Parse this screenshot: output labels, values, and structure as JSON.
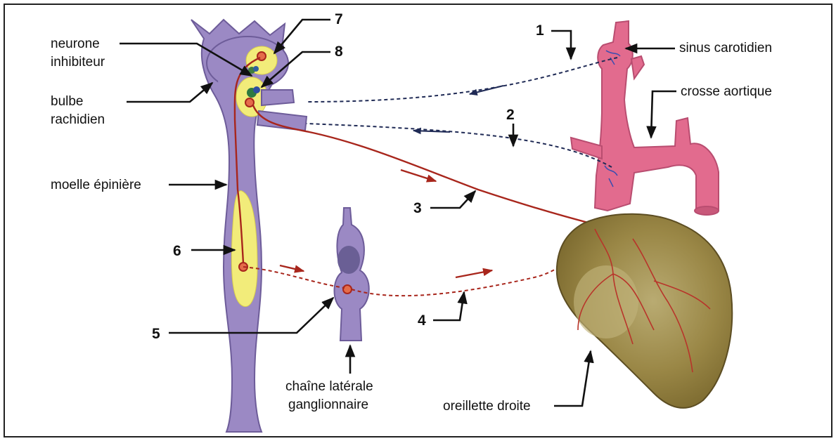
{
  "labels": {
    "neurone_line1": "neurone",
    "neurone_line2": "inhibiteur",
    "bulbe_line1": "bulbe",
    "bulbe_line2": "rachidien",
    "moelle": "moelle épinière",
    "chaine_line1": "chaîne latérale",
    "chaine_line2": "ganglionnaire",
    "sinus": "sinus carotidien",
    "crosse": "crosse aortique",
    "oreillette": "oreillette droite"
  },
  "numbers": {
    "n1": "1",
    "n2": "2",
    "n3": "3",
    "n4": "4",
    "n5": "5",
    "n6": "6",
    "n7": "7",
    "n8": "8"
  },
  "colors": {
    "spinal_cord": "#9b89c4",
    "spinal_cord_stroke": "#6d5c99",
    "yellow_region": "#f2ec7a",
    "artery": "#e26b8e",
    "heart": "#8c7a3e",
    "heart_light": "#b3a46a",
    "nerve_red": "#a8261c",
    "nerve_blue": "#1f2a55",
    "ganglion_dark": "#6a5f95"
  }
}
